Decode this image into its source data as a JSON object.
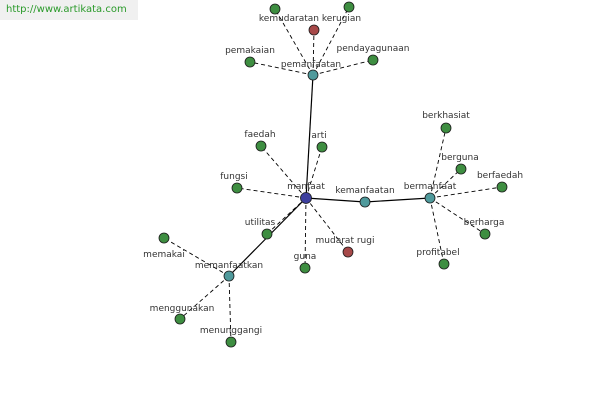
{
  "watermark": "http://www.artikata.com",
  "colors": {
    "center": "#3d3f9e",
    "hub": "#4f9a9c",
    "synonym": "#3e8e41",
    "antonym": "#a64848",
    "edge": "#000000"
  },
  "nodes": [
    {
      "id": "manfaat",
      "label": "manfaat",
      "kind": "center"
    },
    {
      "id": "pemanfaatan",
      "label": "pemanfaatan",
      "kind": "hub"
    },
    {
      "id": "kemanfaatan",
      "label": "kemanfaatan",
      "kind": "hub"
    },
    {
      "id": "bermanfaat",
      "label": "bermanfaat",
      "kind": "hub"
    },
    {
      "id": "memanfaatkan",
      "label": "memanfaatkan",
      "kind": "hub"
    },
    {
      "id": "top-left",
      "label": "",
      "kind": "synonym"
    },
    {
      "id": "top-right",
      "label": "",
      "kind": "synonym"
    },
    {
      "id": "kemudaratan-kerugian",
      "label": "kemudaratan kerugian",
      "kind": "antonym"
    },
    {
      "id": "pemakaian",
      "label": "pemakaian",
      "kind": "synonym"
    },
    {
      "id": "pendayagunaan",
      "label": "pendayagunaan",
      "kind": "synonym"
    },
    {
      "id": "faedah",
      "label": "faedah",
      "kind": "synonym"
    },
    {
      "id": "arti",
      "label": "arti",
      "kind": "synonym"
    },
    {
      "id": "fungsi",
      "label": "fungsi",
      "kind": "synonym"
    },
    {
      "id": "utilitas",
      "label": "utilitas",
      "kind": "synonym"
    },
    {
      "id": "guna",
      "label": "guna",
      "kind": "synonym"
    },
    {
      "id": "mudarat-rugi",
      "label": "mudarat rugi",
      "kind": "antonym"
    },
    {
      "id": "berkhasiat",
      "label": "berkhasiat",
      "kind": "synonym"
    },
    {
      "id": "berguna",
      "label": "berguna",
      "kind": "synonym"
    },
    {
      "id": "berfaedah",
      "label": "berfaedah",
      "kind": "synonym"
    },
    {
      "id": "berharga",
      "label": "berharga",
      "kind": "synonym"
    },
    {
      "id": "profitabel",
      "label": "profitabel",
      "kind": "synonym"
    },
    {
      "id": "memakai",
      "label": "memakai",
      "kind": "synonym"
    },
    {
      "id": "menggunakan",
      "label": "menggunakan",
      "kind": "synonym"
    },
    {
      "id": "menunggangi",
      "label": "menunggangi",
      "kind": "synonym"
    }
  ],
  "edges": [
    {
      "from": "manfaat",
      "to": "pemanfaatan",
      "style": "solid"
    },
    {
      "from": "manfaat",
      "to": "kemanfaatan",
      "style": "solid"
    },
    {
      "from": "kemanfaatan",
      "to": "bermanfaat",
      "style": "solid"
    },
    {
      "from": "manfaat",
      "to": "memanfaatkan",
      "style": "solid"
    },
    {
      "from": "pemanfaatan",
      "to": "top-left",
      "style": "dashed"
    },
    {
      "from": "pemanfaatan",
      "to": "top-right",
      "style": "dashed"
    },
    {
      "from": "pemanfaatan",
      "to": "kemudaratan-kerugian",
      "style": "dashed"
    },
    {
      "from": "pemanfaatan",
      "to": "pemakaian",
      "style": "dashed"
    },
    {
      "from": "pemanfaatan",
      "to": "pendayagunaan",
      "style": "dashed"
    },
    {
      "from": "manfaat",
      "to": "faedah",
      "style": "dashed"
    },
    {
      "from": "manfaat",
      "to": "arti",
      "style": "dashed"
    },
    {
      "from": "manfaat",
      "to": "fungsi",
      "style": "dashed"
    },
    {
      "from": "manfaat",
      "to": "utilitas",
      "style": "dashed"
    },
    {
      "from": "manfaat",
      "to": "guna",
      "style": "dashed"
    },
    {
      "from": "manfaat",
      "to": "mudarat-rugi",
      "style": "dashed"
    },
    {
      "from": "bermanfaat",
      "to": "berkhasiat",
      "style": "dashed"
    },
    {
      "from": "bermanfaat",
      "to": "berguna",
      "style": "dashed"
    },
    {
      "from": "bermanfaat",
      "to": "berfaedah",
      "style": "dashed"
    },
    {
      "from": "bermanfaat",
      "to": "berharga",
      "style": "dashed"
    },
    {
      "from": "bermanfaat",
      "to": "profitabel",
      "style": "dashed"
    },
    {
      "from": "memanfaatkan",
      "to": "memakai",
      "style": "dashed"
    },
    {
      "from": "memanfaatkan",
      "to": "menggunakan",
      "style": "dashed"
    },
    {
      "from": "memanfaatkan",
      "to": "menunggangi",
      "style": "dashed"
    }
  ]
}
